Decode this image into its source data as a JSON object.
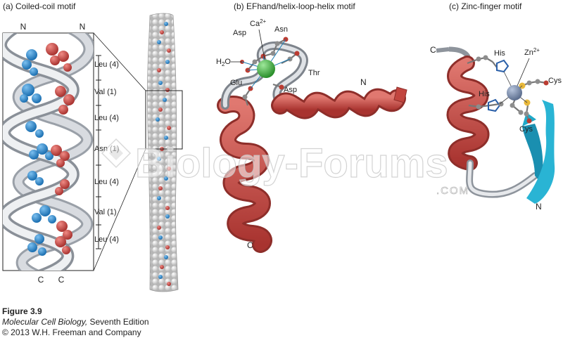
{
  "panels": {
    "a": {
      "title": "(a) Coiled-coil motif",
      "n_left": "N",
      "n_right": "N",
      "c_left": "C",
      "c_right": "C",
      "residues": [
        "Leu (4)",
        "Val (1)",
        "Leu (4)",
        "Asn (1)",
        "Leu (4)",
        "Val (1)",
        "Leu (4)"
      ]
    },
    "b": {
      "title": "(b) EFhand/helix-loop-helix motif",
      "ion": "Ca",
      "ion_charge": "2+",
      "labels": {
        "asp_top": "Asp",
        "asn": "Asn",
        "water_h": "H",
        "water_sub": "2",
        "water_o": "O",
        "thr": "Thr",
        "glu": "Glu",
        "asp_mid": "Asp"
      },
      "n_term": "N",
      "c_term": "C"
    },
    "c": {
      "title": "(c) Zinc-finger motif",
      "ion": "Zn",
      "ion_charge": "2+",
      "labels": {
        "his_top": "His",
        "his_mid": "His",
        "cys_right": "Cys",
        "cys_low": "Cys"
      },
      "c_term": "C",
      "n_term": "N"
    }
  },
  "watermark": {
    "main": "Biology-Forums",
    "sub": ".COM"
  },
  "caption": {
    "figure": "Figure 3.9",
    "book": "Molecular Cell Biology,",
    "edition": " Seventh Edition",
    "copyright": "© 2013 W.H. Freeman and Company"
  },
  "colors": {
    "helix_red": "#c2453f",
    "sheet_cyan": "#1fa9c8",
    "ball_blue": "#2a86c8",
    "ball_red": "#c84a48",
    "calcium_green": "#3aa63a",
    "ribbon_grey": "#c9ccd1"
  }
}
